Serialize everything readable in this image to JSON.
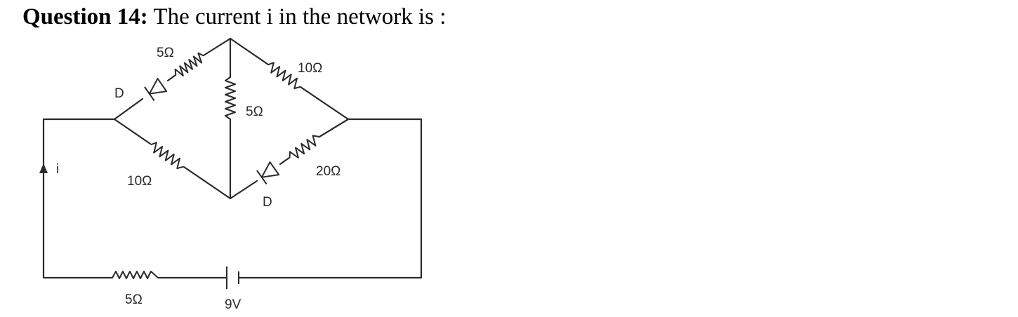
{
  "question": {
    "number_label": "Question 14:",
    "text": " The current i in the network is :"
  },
  "circuit": {
    "labels": {
      "top_left_resistor": "5Ω",
      "top_left_diode": "D",
      "top_right_resistor": "10Ω",
      "middle_resistor": "5Ω",
      "bottom_left_resistor": "10Ω",
      "bottom_right_resistor": "20Ω",
      "bottom_right_diode": "D",
      "current": "i",
      "series_resistor": "5Ω",
      "battery": "9V"
    },
    "colors": {
      "line": "#2a2a2a",
      "text": "#000000",
      "background": "#ffffff"
    }
  }
}
